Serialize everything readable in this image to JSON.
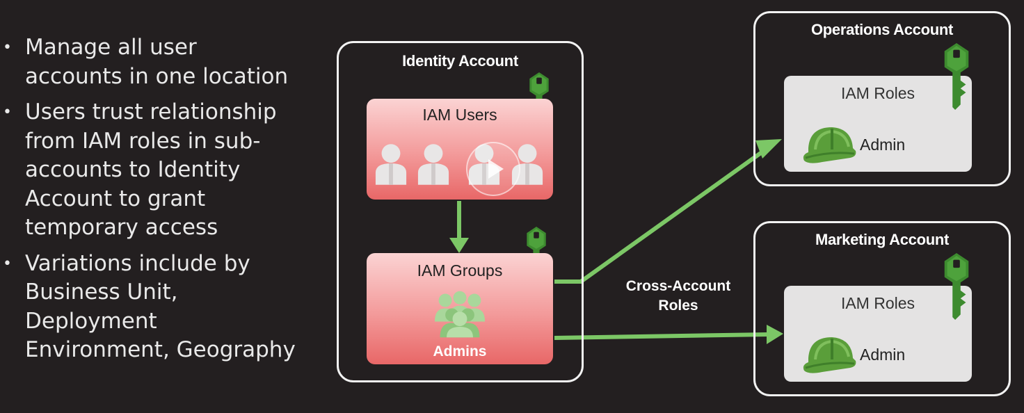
{
  "bullets": [
    "Manage all user accounts in one location",
    "Users trust relationship from IAM roles in sub-accounts to Identity Account to grant temporary access",
    "Variations include by Business Unit, Deployment Environment, Geography"
  ],
  "bullet_lines": [
    [
      "Manage all user",
      "accounts in one location"
    ],
    [
      "Users trust relationship",
      "from IAM roles in sub-",
      "accounts to Identity",
      "Account to grant",
      "temporary access"
    ],
    [
      "Variations include by",
      "Business Unit,",
      "Deployment",
      "Environment, Geography"
    ]
  ],
  "identity_account": {
    "title": "Identity Account",
    "users_box": {
      "label": "IAM Users"
    },
    "groups_box": {
      "label": "IAM Groups",
      "group_name": "Admins"
    }
  },
  "operations_account": {
    "title": "Operations Account",
    "roles_label": "IAM Roles",
    "role_name": "Admin"
  },
  "marketing_account": {
    "title": "Marketing Account",
    "roles_label": "IAM Roles",
    "role_name": "Admin"
  },
  "connector_label": [
    "Cross-Account",
    "Roles"
  ],
  "colors": {
    "background": "#231f20",
    "arrow": "#7cc766",
    "key": "#3d8b2f",
    "helmet": "#5a9e3a",
    "iam_box_top": "#fbd3d3",
    "iam_box_bottom": "#e86767",
    "roles_box": "#e4e3e3"
  },
  "icons": [
    "key-icon",
    "user-icon",
    "user-group-icon",
    "helmet-icon",
    "play-button-icon"
  ]
}
